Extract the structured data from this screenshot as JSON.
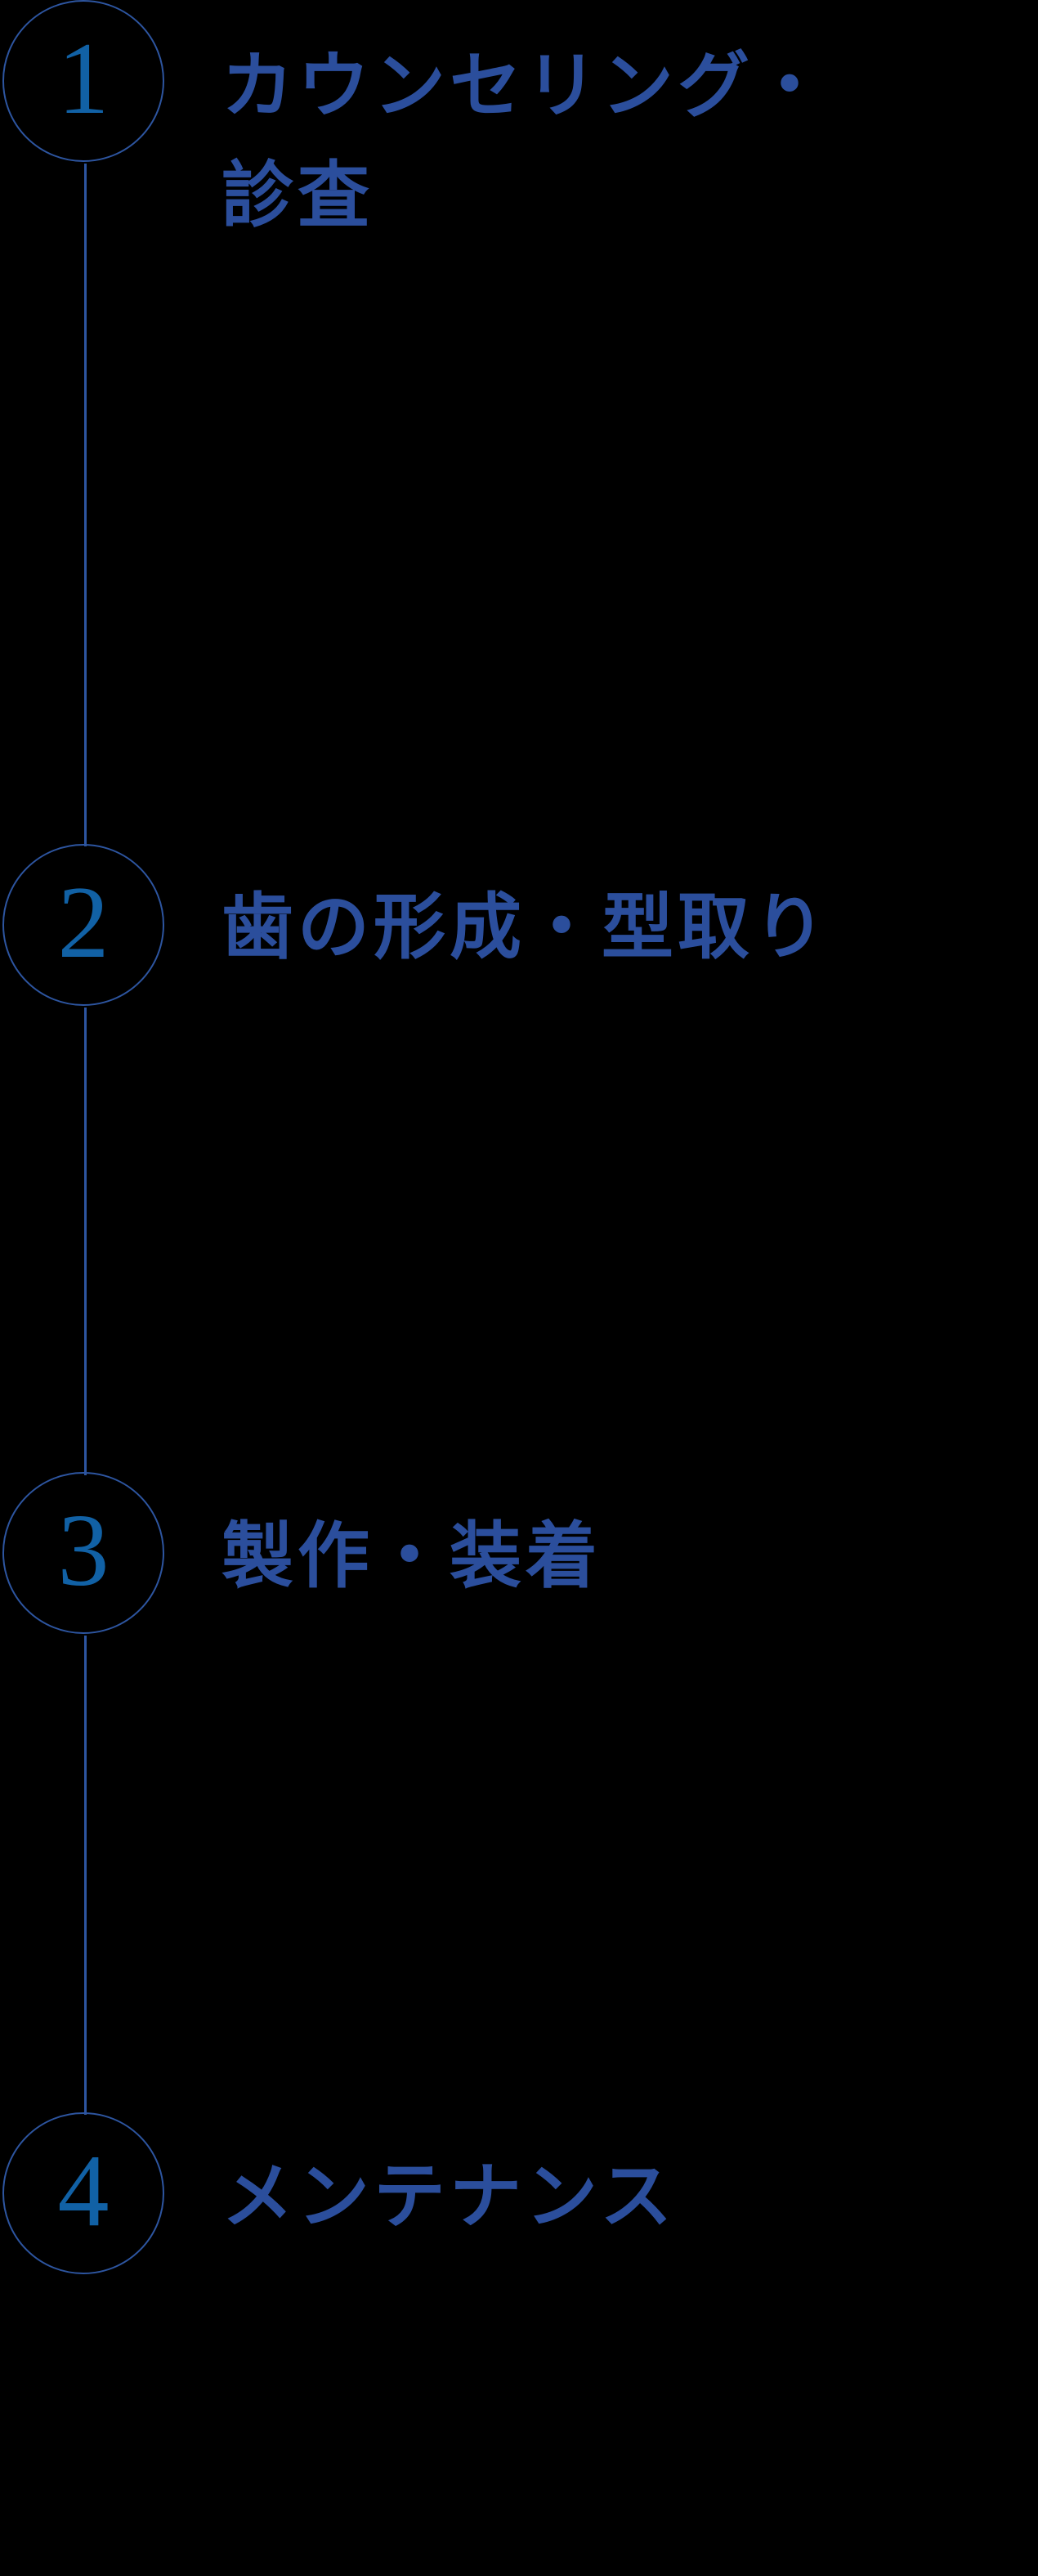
{
  "palette": {
    "background": "#000000",
    "circle_stroke": "#2d55a0",
    "number_color": "#1161a5",
    "heading_color": "#2b4e9c"
  },
  "timeline": {
    "kind": "vertical-process-steps",
    "step_count": 4
  },
  "steps": [
    {
      "number": "1",
      "label_line1": "カウンセリング・",
      "label_line2": "診査"
    },
    {
      "number": "2",
      "label_line1": "歯の形成・型取り",
      "label_line2": ""
    },
    {
      "number": "3",
      "label_line1": "製作・装着",
      "label_line2": ""
    },
    {
      "number": "4",
      "label_line1": "メンテナンス",
      "label_line2": ""
    }
  ]
}
